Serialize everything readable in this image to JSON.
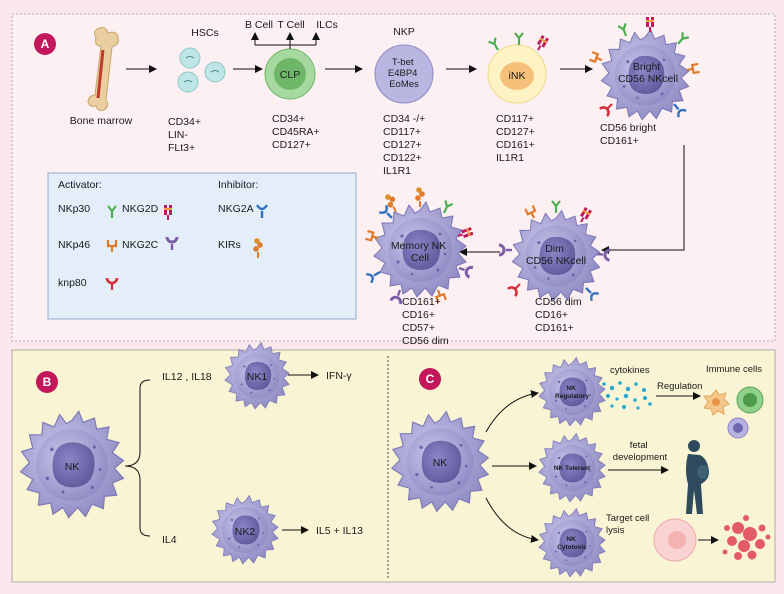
{
  "panel_a": {
    "badge": "A",
    "stages": {
      "bone_marrow": "Bone marrow",
      "hscs": "HSCs",
      "clp": "CLP",
      "b_cell": "B Cell",
      "t_cell": "T Cell",
      "ilcs": "ILCs",
      "nkp": "NKP",
      "nkp_tf": [
        "T-bet",
        "E4BP4",
        "EoMes"
      ],
      "ink": "iNK",
      "bright": [
        "Bright",
        "CD56 NKcell"
      ],
      "dim": [
        "Dim",
        "CD56 NKcell"
      ],
      "memory": [
        "Memory NK",
        "Cell"
      ]
    },
    "markers": {
      "hscs": [
        "CD34+",
        "LIN-",
        "FLt3+"
      ],
      "clp": [
        "CD34+",
        "CD45RA+",
        "CD127+"
      ],
      "nkp": [
        "CD34 -/+",
        "CD117+",
        "CD127+",
        "CD122+",
        "IL1R1"
      ],
      "ink": [
        "CD117+",
        "CD127+",
        "CD161+",
        "IL1R1"
      ],
      "bright": [
        "CD56 bright",
        "CD161+"
      ],
      "dim": [
        "CD56 dim",
        "CD16+",
        "CD161+"
      ],
      "memory": [
        "CD161+",
        "CD16+",
        "CD57+",
        "CD56 dim"
      ]
    },
    "legend": {
      "activator_title": "Activator:",
      "inhibitor_title": "Inhibitor:",
      "nkp30": "NKp30",
      "nkg2d": "NKG2D",
      "nkp46": "NKp46",
      "nkg2c": "NKG2C",
      "knp80": "knp80",
      "nkg2a": "NKG2A",
      "kirs": "KIRs"
    }
  },
  "panel_b": {
    "badge": "B",
    "nk": "NK",
    "il12_il18": "IL12 , IL18",
    "il4": "IL4",
    "nk1": "NK1",
    "nk2": "NK2",
    "ifn": "IFN-γ",
    "il5_il13": "IL5 + IL13"
  },
  "panel_c": {
    "badge": "C",
    "nk": "NK",
    "nk_regulatory": [
      "NK",
      "Regulatory"
    ],
    "nk_tolerant": "NK Tolerant",
    "nk_cytotoxic": [
      "NK",
      "Cytotoxic"
    ],
    "cytokines": "cytokines",
    "regulation": "Regulation",
    "immune_cells": "Immune cells",
    "fetal": [
      "fetal",
      "development"
    ],
    "target": [
      "Target cell",
      "lysis"
    ]
  },
  "colors": {
    "page_bg": "#fbe8ec",
    "top_panel": "#fdf0f2",
    "bottom_panel": "#f9f4d4",
    "badge": "#c2185b",
    "nk_cell": "#a9a6d4",
    "nk_nucleus": "#6e68b0",
    "legend_bg": "#e3eef9",
    "nkp30": "#4caf50",
    "nkg2d": "#c2185b",
    "nkp46": "#e07b2a",
    "nkg2c": "#7b5ea7",
    "knp80": "#d62f3c",
    "nkg2a": "#2f6fbf",
    "kirs": "#e07b2a"
  }
}
